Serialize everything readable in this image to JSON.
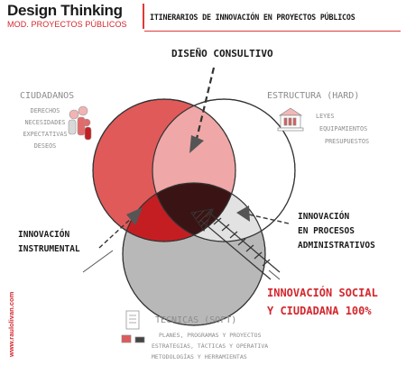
{
  "header": {
    "title": "Design Thinking",
    "subtitle": "MOD. PROYECTOS PÚBLICOS",
    "itinerary": "ITINERARIOS DE INNOVACIÓN EN PROYECTOS PÚBLICOS"
  },
  "labels": {
    "top": "DISEÑO CONSULTIVO",
    "left": [
      "INNOVACIÓN",
      "INSTRUMENTAL"
    ],
    "right": [
      "INNOVACIÓN",
      "EN PROCESOS",
      "ADMINISTRATIVOS"
    ],
    "social": [
      "INNOVACIÓN SOCIAL",
      "Y CIUDADANA 100%"
    ]
  },
  "ciudadanos": {
    "title": "CIUDADANOS",
    "items": [
      "DERECHOS",
      "NECESIDADES",
      "EXPECTATIVAS",
      "DESEOS"
    ]
  },
  "estructura": {
    "title": "ESTRUCTURA (HARD)",
    "items": [
      "LEYES",
      "EQUIPAMIENTOS",
      "PRESUPUESTOS"
    ]
  },
  "tecnicas": {
    "title": "TECNICAS (SOFT)",
    "items": [
      "PLANES, PROGRAMAS Y PROYECTOS",
      "ESTRATEGIAS, TÁCTICAS Y OPERATIVA",
      "METODOLOGÍAS Y HERRAMIENTAS"
    ]
  },
  "credit": "www.raulolivan.com",
  "colors": {
    "red": "#d3272d",
    "red_circle": "#e05a5a",
    "grey_circle": "#b8b8b8",
    "dark_center": "#3a1414",
    "text_grey": "#8c8c8c"
  }
}
